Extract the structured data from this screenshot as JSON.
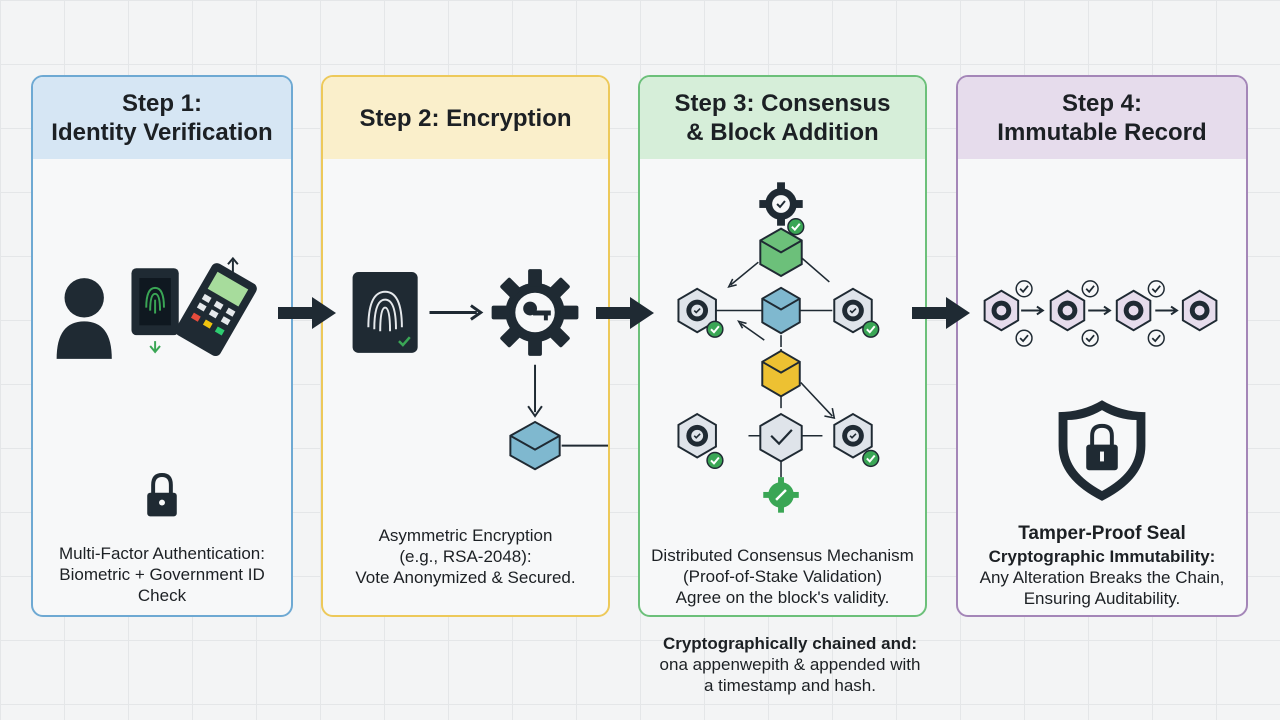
{
  "steps": [
    {
      "title_lines": [
        "Step 1:",
        "Identity Verification"
      ],
      "caption_lines": [
        "Multi-Factor Authentication:",
        "Biometric + Government ID",
        "Check"
      ],
      "icons": [
        "user-icon",
        "fingerprint-scanner-icon",
        "card-reader-icon",
        "lock-icon"
      ]
    },
    {
      "title_lines": [
        "Step 2: Encryption"
      ],
      "caption_lines": [
        "Asymmetric Encryption",
        "(e.g., RSA-2048):",
        "Vote Anonymized & Secured."
      ],
      "icons": [
        "fingerprint-icon",
        "key-gear-icon",
        "encrypted-block-icon"
      ]
    },
    {
      "title_lines": [
        "Step 3: Consensus",
        "& Block Addition"
      ],
      "caption_lines": [
        "Distributed Consensus Mechanism",
        "(Proof-of-Stake Validation)",
        "Agree on the block's validity."
      ],
      "icons": [
        "validator-gear-icon",
        "block-icon",
        "network-graph-icon"
      ]
    },
    {
      "title_lines": [
        "Step 4:",
        "Immutable Record"
      ],
      "caption_lines": [
        "Tamper-Proof Seal",
        "Cryptographic Immutability:",
        "Any Alteration Breaks the Chain,",
        "Ensuring Auditability."
      ],
      "icons": [
        "chain-nodes-icon",
        "shield-lock-icon"
      ]
    }
  ],
  "footnote_lines": [
    "Cryptographically chained and:",
    "ona appenwepith & appended with",
    "a timestamp and hash."
  ],
  "colors": {
    "step1": "#6ea9d3",
    "step2": "#edc95a",
    "step3": "#6cc07a",
    "step4": "#a486b8",
    "dark": "#1f2a33",
    "check_green": "#3aa655"
  }
}
